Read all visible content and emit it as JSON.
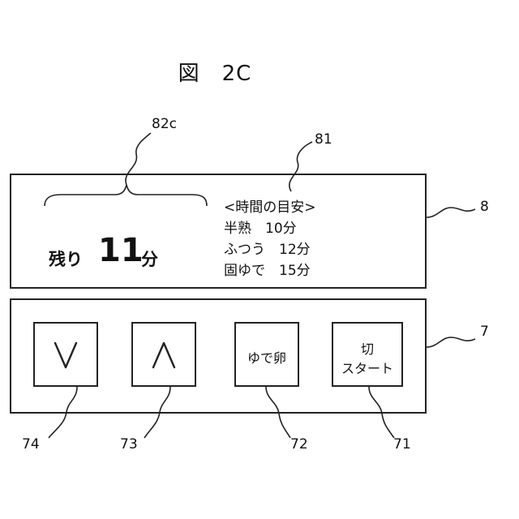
{
  "figure": {
    "title": "図　2C"
  },
  "display": {
    "remaining_label": "残り",
    "remaining_value": "11",
    "remaining_unit": "分",
    "guide_title": "<時間の目安>",
    "guide_rows": [
      "半熟　10分",
      "ふつう　12分",
      "固ゆで　15分"
    ]
  },
  "buttons": {
    "down": {
      "icon": "chevron-down-icon"
    },
    "up": {
      "icon": "chevron-up-icon"
    },
    "egg": {
      "label": "ゆで卵"
    },
    "start": {
      "label_line1": "切",
      "label_line2": "スタート"
    }
  },
  "references": {
    "r82c": "82c",
    "r81": "81",
    "r8": "8",
    "r7": "7",
    "r74": "74",
    "r73": "73",
    "r72": "72",
    "r71": "71"
  }
}
